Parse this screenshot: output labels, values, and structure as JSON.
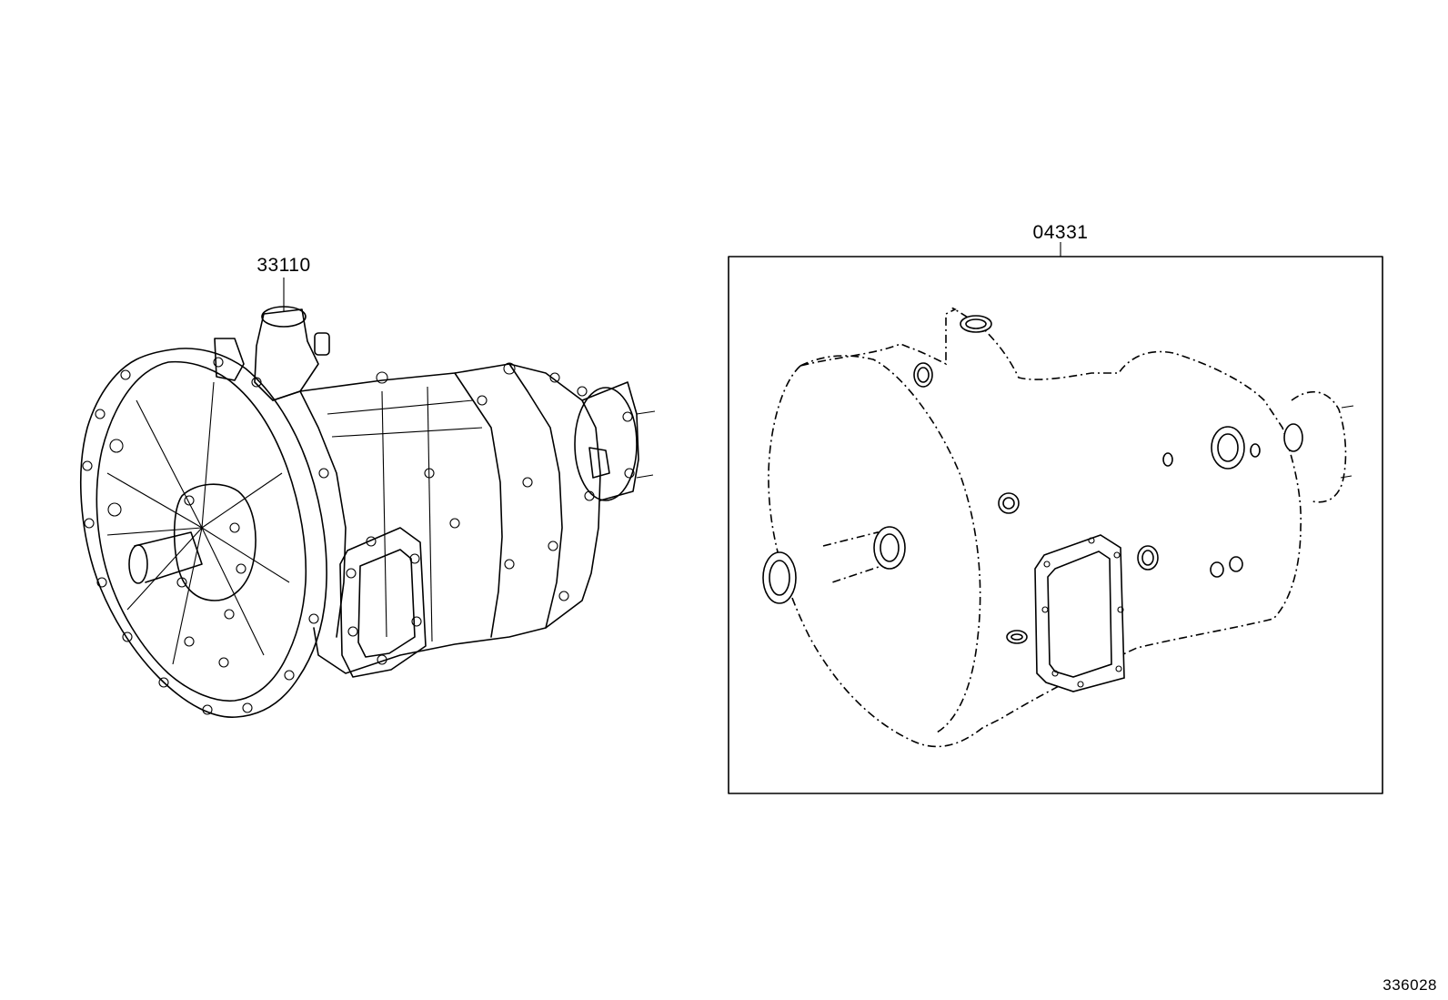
{
  "callouts": {
    "left_part": "33110",
    "right_kit": "04331"
  },
  "illustration_id": "336028"
}
